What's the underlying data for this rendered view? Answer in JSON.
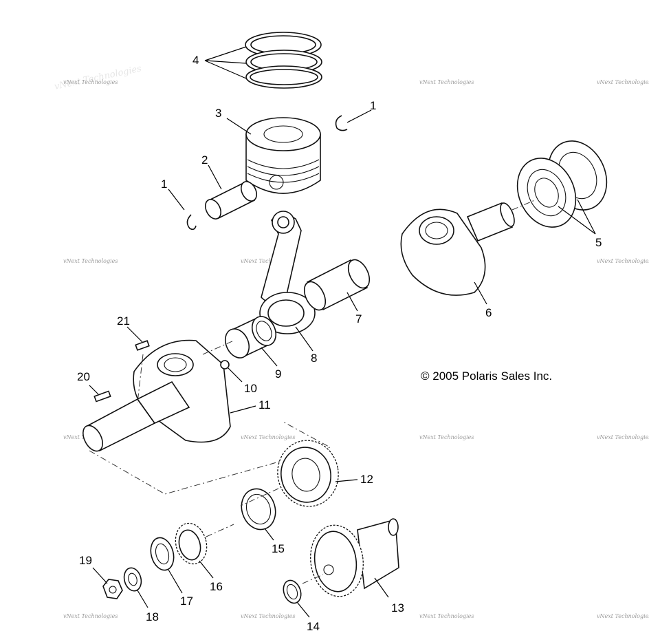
{
  "copyright": "© 2005 Polaris Sales Inc.",
  "watermark": "vNext Technologies",
  "callouts": [
    "1",
    "2",
    "3",
    "4",
    "1",
    "5",
    "6",
    "7",
    "8",
    "9",
    "10",
    "11",
    "12",
    "13",
    "14",
    "15",
    "16",
    "17",
    "18",
    "19",
    "20",
    "21"
  ]
}
